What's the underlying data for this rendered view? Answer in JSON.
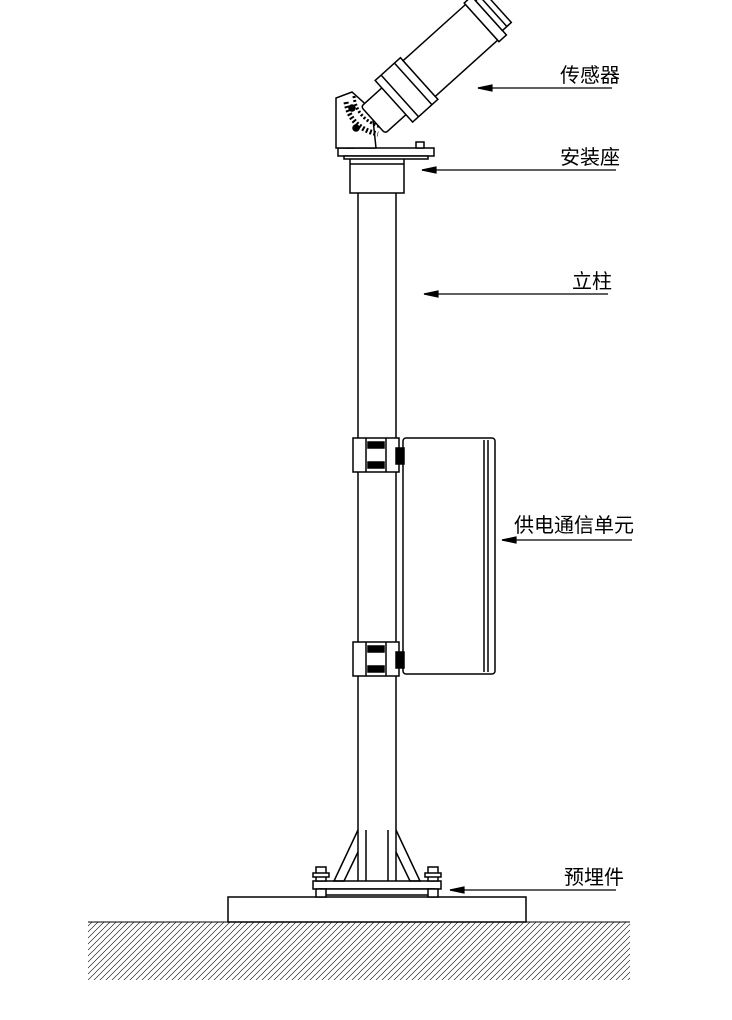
{
  "labels": {
    "sensor": "传感器",
    "mount": "安装座",
    "pole": "立柱",
    "power_comm_unit": "供电通信单元",
    "embedded_part": "预埋件"
  },
  "colors": {
    "line": "#000000",
    "background": "#ffffff"
  }
}
